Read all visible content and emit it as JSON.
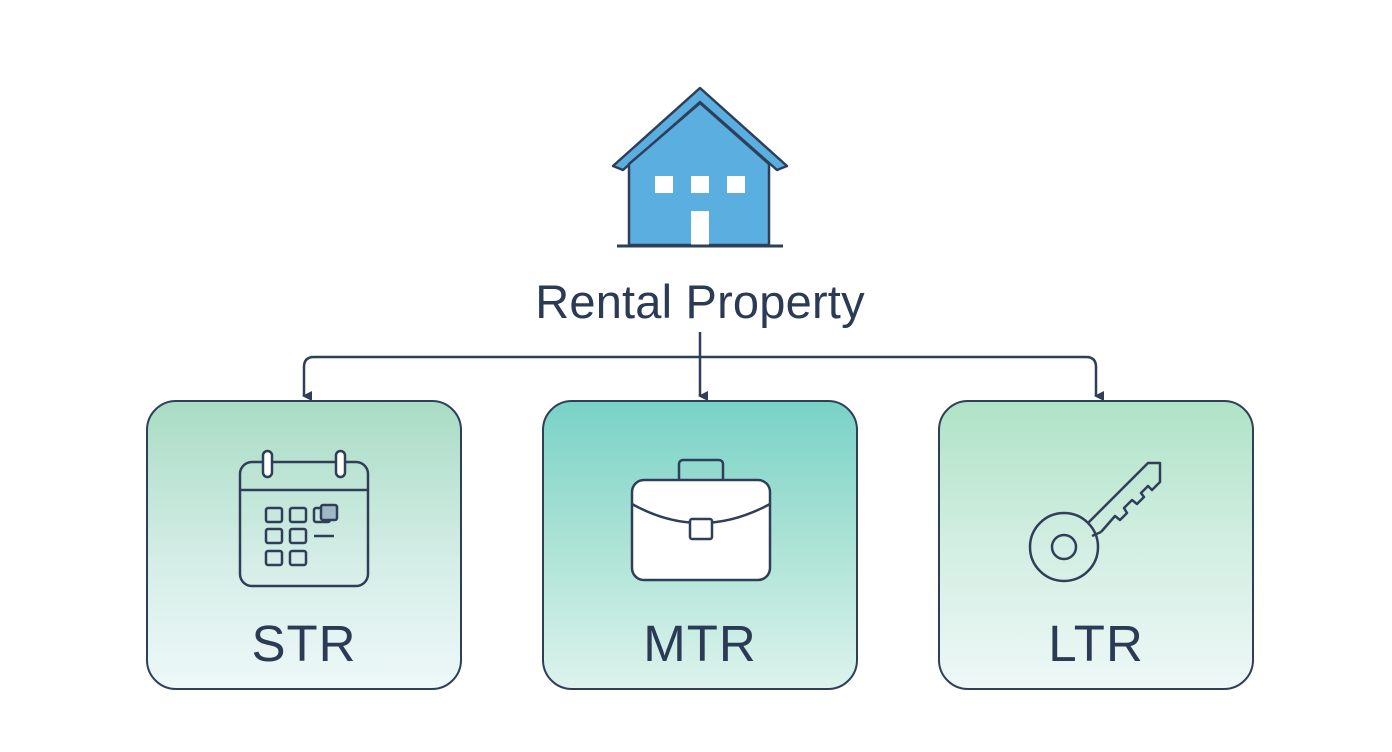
{
  "root": {
    "title": "Rental Property",
    "icon": "house-icon"
  },
  "categories": [
    {
      "label": "STR",
      "icon": "calendar-icon"
    },
    {
      "label": "MTR",
      "icon": "briefcase-icon"
    },
    {
      "label": "LTR",
      "icon": "key-icon"
    }
  ],
  "colors": {
    "outline": "#2f3f59",
    "text": "#2b3a55",
    "house_fill": "#5aaee0",
    "str_card_top": "#a9dcc4",
    "mtr_card_top": "#79d2c7",
    "ltr_card_top": "#afe3c6"
  }
}
